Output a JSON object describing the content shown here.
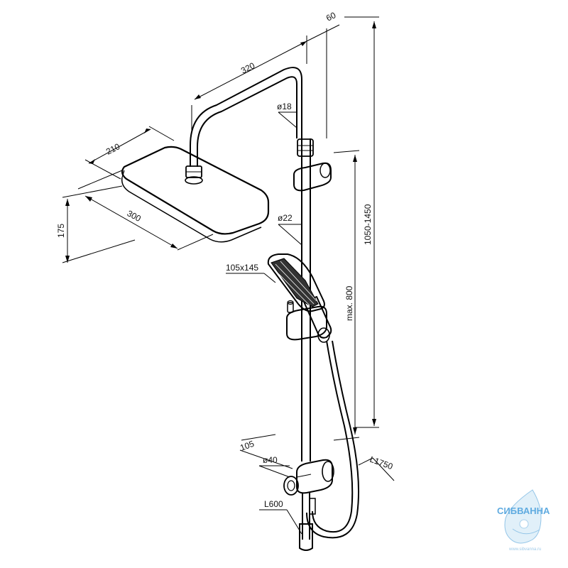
{
  "dimensions": {
    "arm_length": "320",
    "wall_offset": "60",
    "arm_diameter": "ø18",
    "head_depth": "210",
    "head_width": "300",
    "head_height": "175",
    "bar_diameter": "ø22",
    "hand_shower_size": "105x145",
    "adjust_range": "1050-1450",
    "slider_range": "max. 800",
    "mixer_offset": "105",
    "mixer_diameter": "ø40",
    "hose_length": "L1750",
    "lower_length": "L600"
  },
  "logo": {
    "name": "СИБВАННА",
    "url": "www.sibvanna.ru",
    "color": "#2a8fd6"
  }
}
